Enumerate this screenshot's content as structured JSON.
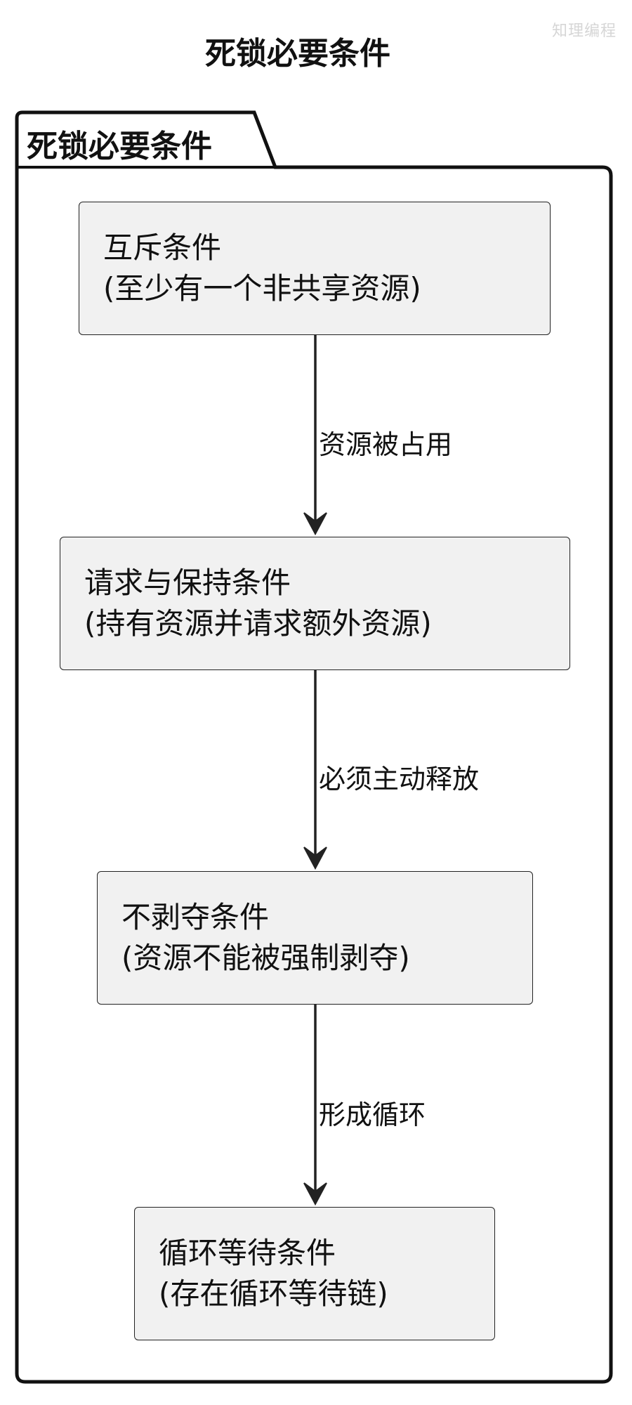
{
  "watermark": "知理编程",
  "title": "死锁必要条件",
  "package": {
    "label": "死锁必要条件"
  },
  "nodes": [
    {
      "line1": "互斥条件",
      "line2": "(至少有一个非共享资源)"
    },
    {
      "line1": "请求与保持条件",
      "line2": "(持有资源并请求额外资源)"
    },
    {
      "line1": "不剥夺条件",
      "line2": "(资源不能被强制剥夺)"
    },
    {
      "line1": "循环等待条件",
      "line2": "(存在循环等待链)"
    }
  ],
  "edges": [
    {
      "label": "资源被占用"
    },
    {
      "label": "必须主动释放"
    },
    {
      "label": "形成循环"
    }
  ]
}
